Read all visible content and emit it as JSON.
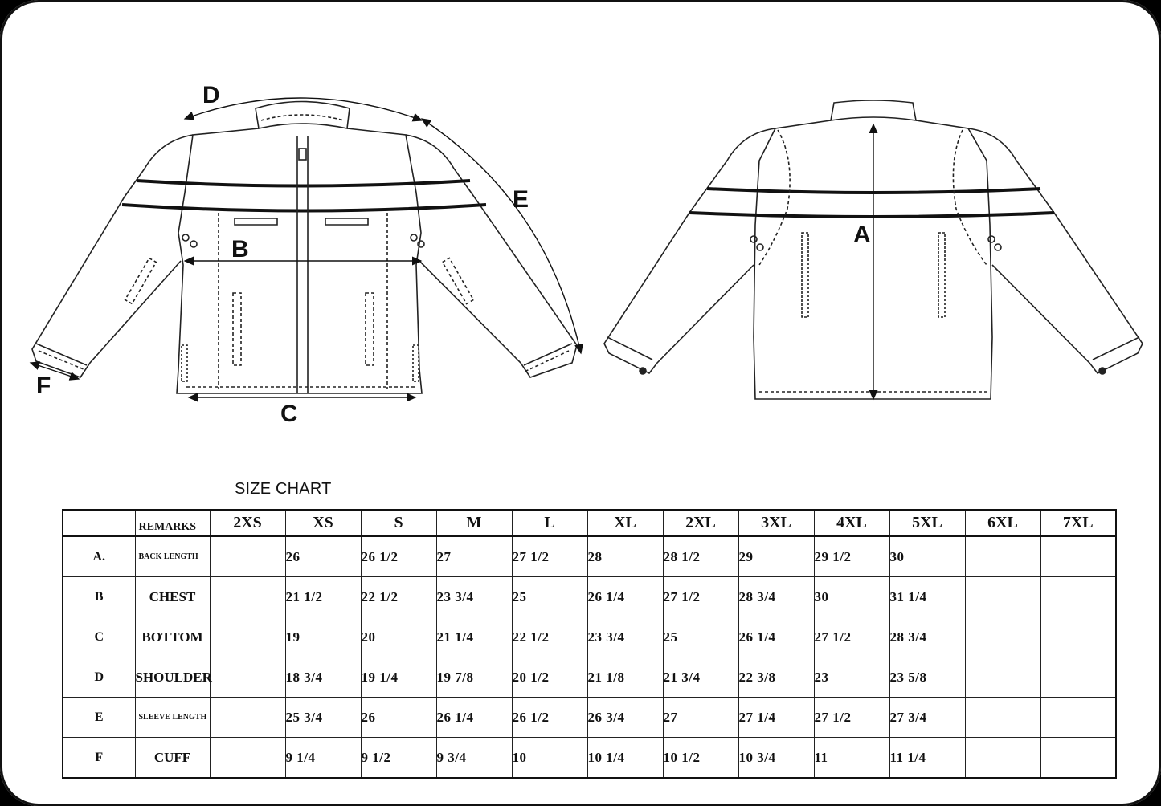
{
  "diagram": {
    "labels": {
      "a": "A",
      "b": "B",
      "c": "C",
      "d": "D",
      "e": "E",
      "f": "F"
    }
  },
  "chart_title": "SIZE CHART",
  "table": {
    "remarks_header": "REMARKS",
    "sizes": [
      "2XS",
      "XS",
      "S",
      "M",
      "L",
      "XL",
      "2XL",
      "3XL",
      "4XL",
      "5XL",
      "6XL",
      "7XL"
    ],
    "rows": [
      {
        "code": "A.",
        "remark": "BACK LENGTH",
        "small": true,
        "values": [
          "",
          "26",
          "26 1/2",
          "27",
          "27 1/2",
          "28",
          "28 1/2",
          "29",
          "29 1/2",
          "30",
          "",
          ""
        ]
      },
      {
        "code": "B",
        "remark": "CHEST",
        "small": false,
        "values": [
          "",
          "21 1/2",
          "22 1/2",
          "23 3/4",
          "25",
          "26 1/4",
          "27 1/2",
          "28 3/4",
          "30",
          "31 1/4",
          "",
          ""
        ]
      },
      {
        "code": "C",
        "remark": "BOTTOM",
        "small": false,
        "values": [
          "",
          "19",
          "20",
          "21 1/4",
          "22 1/2",
          "23 3/4",
          "25",
          "26 1/4",
          "27 1/2",
          "28 3/4",
          "",
          ""
        ]
      },
      {
        "code": "D",
        "remark": "SHOULDER",
        "small": false,
        "values": [
          "",
          "18 3/4",
          "19 1/4",
          "19 7/8",
          "20 1/2",
          "21 1/8",
          "21 3/4",
          "22 3/8",
          "23",
          "23 5/8",
          "",
          ""
        ]
      },
      {
        "code": "E",
        "remark": "SLEEVE LENGTH",
        "small": true,
        "values": [
          "",
          "25 3/4",
          "26",
          "26 1/4",
          "26 1/2",
          "26 3/4",
          "27",
          "27 1/4",
          "27 1/2",
          "27 3/4",
          "",
          ""
        ]
      },
      {
        "code": "F",
        "remark": "CUFF",
        "small": false,
        "values": [
          "",
          "9 1/4",
          "9 1/2",
          "9 3/4",
          "10",
          "10 1/4",
          "10 1/2",
          "10 3/4",
          "11",
          "11 1/4",
          "",
          ""
        ]
      }
    ]
  }
}
